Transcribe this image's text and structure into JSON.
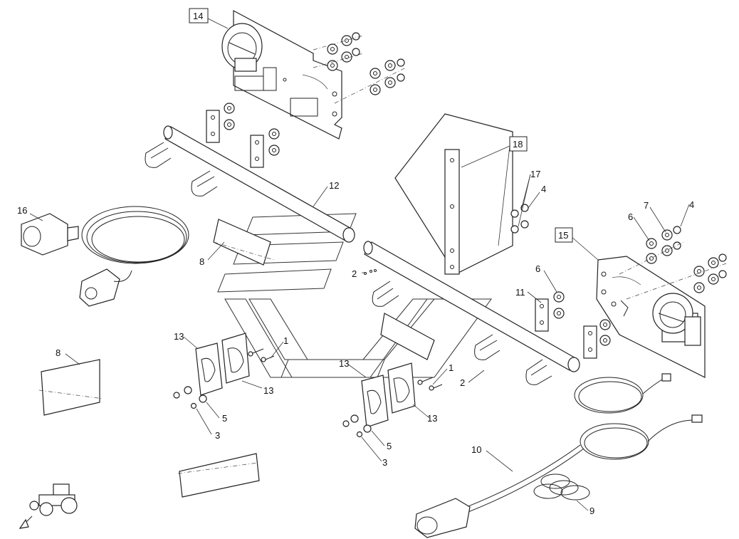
{
  "diagram": {
    "callouts": {
      "c14": "14",
      "c18": "18",
      "c17": "17",
      "c4a": "4",
      "c4b": "4",
      "c7": "7",
      "c6a": "6",
      "c15": "15",
      "c16": "16",
      "c12": "12",
      "c8a": "8",
      "c2a": "2",
      "c6b": "6",
      "c11": "11",
      "c13a": "13",
      "c1a": "1",
      "c13b": "13",
      "c5a": "5",
      "c3a": "3",
      "c8b": "8",
      "c13c": "13",
      "c1b": "1",
      "c13d": "13",
      "c2b": "2",
      "c5b": "5",
      "c3b": "3",
      "c10": "10",
      "c9": "9"
    }
  }
}
